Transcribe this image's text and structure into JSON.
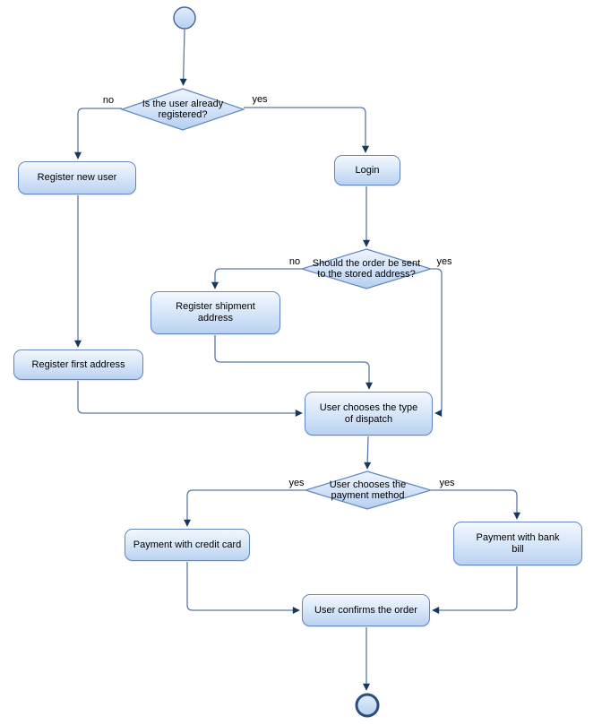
{
  "flowchart": {
    "nodes": {
      "decision_registered": {
        "label": "Is the user already registered?"
      },
      "register_new_user": {
        "label": "Register new user"
      },
      "login": {
        "label": "Login"
      },
      "decision_stored_address": {
        "label": "Should the order be sent to the stored address?"
      },
      "register_shipment_address": {
        "label": "Register shipment address"
      },
      "register_first_address": {
        "label": "Register first address"
      },
      "choose_dispatch": {
        "label": "User chooses the type of dispatch"
      },
      "decision_payment_method": {
        "label": "User chooses the payment method"
      },
      "payment_credit_card": {
        "label": "Payment with credit card"
      },
      "payment_bank_bill": {
        "label": "Payment with bank bill"
      },
      "confirm_order": {
        "label": "User confirms the order"
      }
    },
    "edge_labels": {
      "registered_no": "no",
      "registered_yes": "yes",
      "stored_address_no": "no",
      "stored_address_yes": "yes",
      "payment_left_yes": "yes",
      "payment_right_yes": "yes"
    },
    "colors": {
      "node_fill_top": "#f2f7fe",
      "node_fill_bottom": "#b9d2f1",
      "node_border": "#6285bd",
      "connector": "#5b79a5",
      "arrowhead": "#17375e",
      "end_node_ring": "#2e4d7b"
    }
  }
}
